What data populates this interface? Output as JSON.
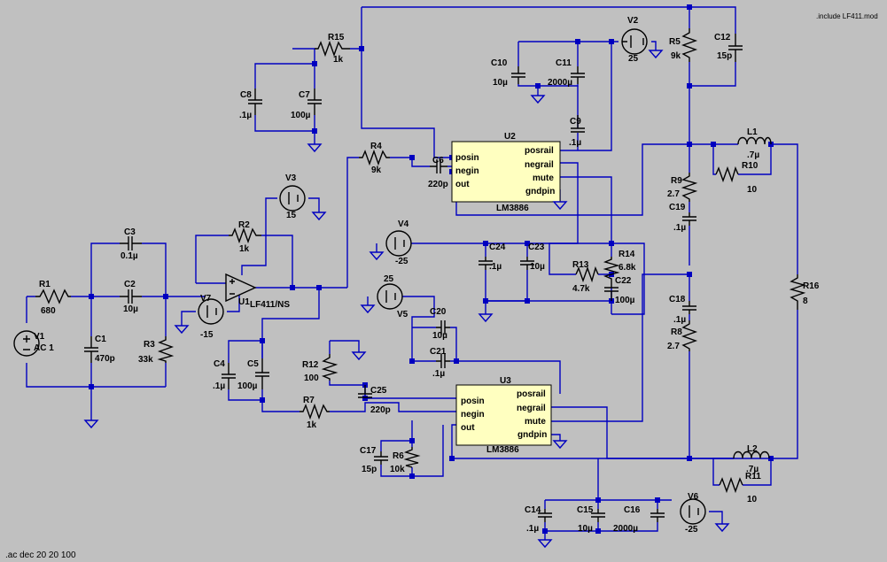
{
  "directives": {
    "include": ".include LF411.mod",
    "analysis": ".ac dec 20 20 100"
  },
  "components": {
    "R1": {
      "name": "R1",
      "value": "680"
    },
    "R2": {
      "name": "R2",
      "value": "1k"
    },
    "R3": {
      "name": "R3",
      "value": "33k"
    },
    "R4": {
      "name": "R4",
      "value": "9k"
    },
    "R5": {
      "name": "R5",
      "value": "9k"
    },
    "R6": {
      "name": "R6",
      "value": "10k"
    },
    "R7": {
      "name": "R7",
      "value": "1k"
    },
    "R8": {
      "name": "R8",
      "value": "2.7"
    },
    "R9": {
      "name": "R9",
      "value": "2.7"
    },
    "R10": {
      "name": "R10",
      "value": "10"
    },
    "R11": {
      "name": "R11",
      "value": "10"
    },
    "R12": {
      "name": "R12",
      "value": "100"
    },
    "R13": {
      "name": "R13",
      "value": "4.7k"
    },
    "R14": {
      "name": "R14",
      "value": "6.8k"
    },
    "R15": {
      "name": "R15",
      "value": "1k"
    },
    "R16": {
      "name": "R16",
      "value": "8"
    },
    "C1": {
      "name": "C1",
      "value": "470p"
    },
    "C2": {
      "name": "C2",
      "value": "10µ"
    },
    "C3": {
      "name": "C3",
      "value": "0.1µ"
    },
    "C4": {
      "name": "C4",
      "value": ".1µ"
    },
    "C5": {
      "name": "C5",
      "value": "100µ"
    },
    "C6": {
      "name": "C6",
      "value": "220p"
    },
    "C7": {
      "name": "C7",
      "value": "100µ"
    },
    "C8": {
      "name": "C8",
      "value": ".1µ"
    },
    "C9": {
      "name": "C9",
      "value": ".1µ"
    },
    "C10": {
      "name": "C10",
      "value": "10µ"
    },
    "C11": {
      "name": "C11",
      "value": "2000µ"
    },
    "C12": {
      "name": "C12",
      "value": "15p"
    },
    "C14": {
      "name": "C14",
      "value": ".1µ"
    },
    "C15": {
      "name": "C15",
      "value": "10µ"
    },
    "C16": {
      "name": "C16",
      "value": "2000µ"
    },
    "C17": {
      "name": "C17",
      "value": "15p"
    },
    "C18": {
      "name": "C18",
      "value": ".1µ"
    },
    "C19": {
      "name": "C19",
      "value": ".1µ"
    },
    "C20": {
      "name": "C20",
      "value": "10µ"
    },
    "C21": {
      "name": "C21",
      "value": ".1µ"
    },
    "C22": {
      "name": "C22",
      "value": "100µ"
    },
    "C23": {
      "name": "C23",
      "value": "10µ"
    },
    "C24": {
      "name": "C24",
      "value": ".1µ"
    },
    "C25": {
      "name": "C25",
      "value": "220p"
    },
    "L1": {
      "name": "L1",
      "value": ".7µ"
    },
    "L2": {
      "name": "L2",
      "value": ".7µ"
    },
    "V1": {
      "name": "V1",
      "value": "AC 1"
    },
    "V2": {
      "name": "V2",
      "value": "25"
    },
    "V3": {
      "name": "V3",
      "value": "15"
    },
    "V4": {
      "name": "V4",
      "value": "-25"
    },
    "V5": {
      "name": "V5",
      "value": "25"
    },
    "V6": {
      "name": "V6",
      "value": "-25"
    },
    "V7": {
      "name": "V7",
      "value": "-15"
    },
    "U1": {
      "name": "U1",
      "model": "LF411/NS"
    },
    "U2": {
      "name": "U2",
      "model": "LM3886",
      "pins": [
        "posin",
        "negin",
        "out",
        "posrail",
        "negrail",
        "mute",
        "gndpin"
      ]
    },
    "U3": {
      "name": "U3",
      "model": "LM3886",
      "pins": [
        "posin",
        "negin",
        "out",
        "posrail",
        "negrail",
        "mute",
        "gndpin"
      ]
    }
  }
}
